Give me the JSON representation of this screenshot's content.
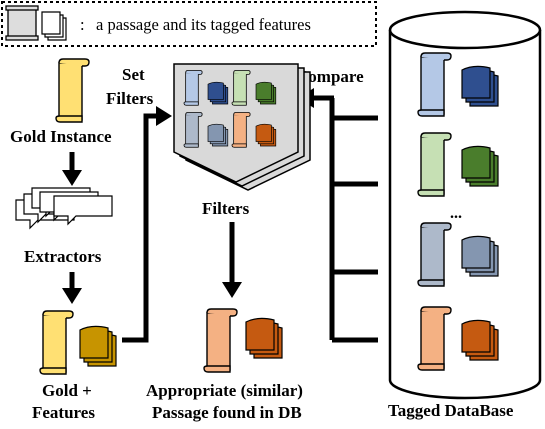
{
  "legend": {
    "text": "a passage and its tagged features",
    "colon": ":"
  },
  "labels": {
    "set_filters_1": "Set",
    "set_filters_2": "Filters",
    "compare": "Compare",
    "gold_instance": "Gold Instance",
    "extractors": "Extractors",
    "gold_features_1": "Gold +",
    "gold_features_2": "Features",
    "filters": "Filters",
    "appropriate_1": "Appropriate (similar)",
    "appropriate_2": "Passage found in DB",
    "tagged_database": "Tagged DataBase",
    "ellipsis": "..."
  },
  "colors": {
    "gold": "#ffe073",
    "gold_feature": "#c79400",
    "blue_passage": "#b4c8e6",
    "blue_feature": "#2f4f8f",
    "green_passage": "#c6e0b4",
    "green_feature": "#4a7d2c",
    "gray_passage": "#adb9ca",
    "gray_feature": "#8496b0",
    "orange_passage": "#f4b183",
    "orange_feature": "#c55a11",
    "legend_passage": "#dddddd",
    "funnel": "#d9d9d9"
  }
}
